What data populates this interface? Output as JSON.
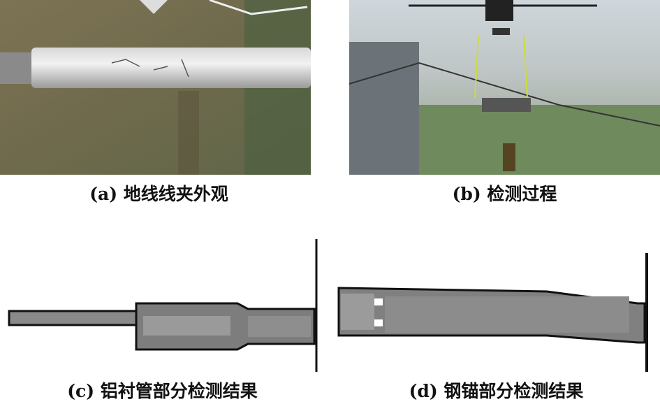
{
  "figure": {
    "panels": [
      {
        "id": "a",
        "caption": "(a) 地线线夹外观"
      },
      {
        "id": "b",
        "caption": "(b) 检测过程"
      },
      {
        "id": "c",
        "caption": "(c) 铝衬管部分检测结果"
      },
      {
        "id": "d",
        "caption": "(d) 钢锚部分检测结果"
      }
    ]
  }
}
